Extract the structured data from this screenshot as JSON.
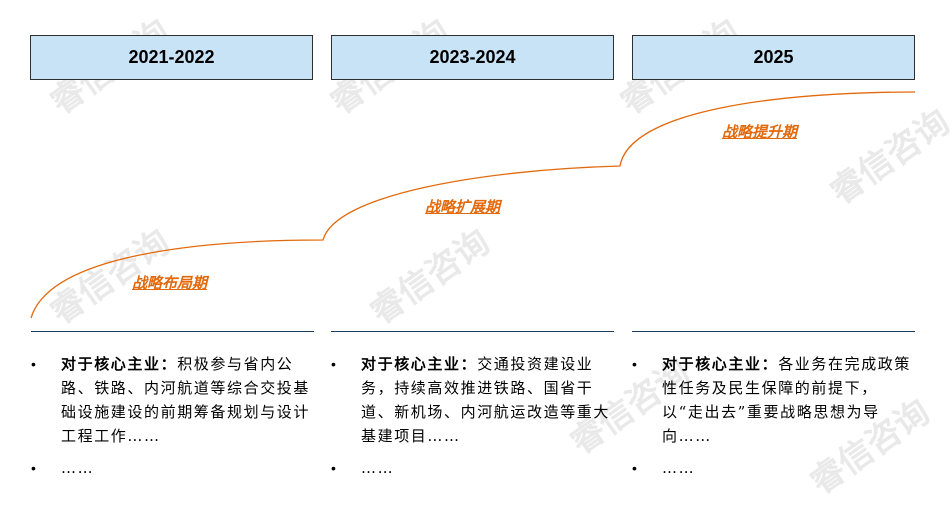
{
  "watermark_text": "睿信咨询",
  "colors": {
    "header_fill": "#c9e3f6",
    "curve": "#e26a0d",
    "stage_label": "#e26a0d",
    "divider": "#1f3a5f"
  },
  "periods": [
    {
      "label": "2021-2022"
    },
    {
      "label": "2023-2024"
    },
    {
      "label": "2025"
    }
  ],
  "stages": [
    {
      "label": "战略布局期"
    },
    {
      "label": "战略扩展期"
    },
    {
      "label": "战略提升期"
    }
  ],
  "columns": [
    {
      "bullet": "•",
      "lead": "对于核心主业：",
      "text": "积极参与省内公路、铁路、内河航道等综合交投基础设施建设的前期筹备规划与设计工程工作……",
      "more": "……"
    },
    {
      "bullet": "•",
      "lead": "对于核心主业：",
      "text": "交通投资建设业务，持续高效推进铁路、国省干道、新机场、内河航运改造等重大基建项目……",
      "more": "……"
    },
    {
      "bullet": "•",
      "lead": "对于核心主业：",
      "text": "各业务在完成政策性任务及民生保障的前提下，以“走出去”重要战略思想为导向……",
      "more": "……"
    }
  ]
}
